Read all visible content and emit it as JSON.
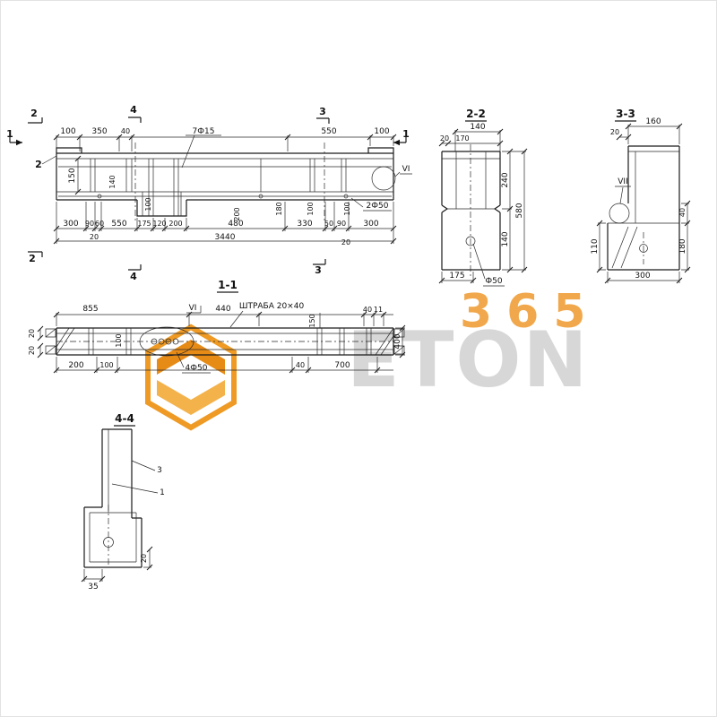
{
  "watermark": {
    "num": "365",
    "brand": "ETON"
  },
  "elevation": {
    "markers": {
      "m1_left": "1",
      "m1_right": "1",
      "m2_top": "2",
      "m2_bottom": "2",
      "m3_top": "3",
      "m3_bottom": "3",
      "m4_top": "4",
      "m4_bottom": "4",
      "callout_2": "2",
      "detail_vi": "VI"
    },
    "top_dims": [
      "100",
      "350",
      "40",
      "550",
      "100"
    ],
    "rebar_top": "7Ф15",
    "rebar_bottom": "2Ф50",
    "left_height": "150",
    "inner_dims": [
      "140",
      "100",
      "200",
      "180",
      "100",
      "100"
    ],
    "bottom_dims": [
      "300",
      "90",
      "60",
      "550",
      "175",
      "120",
      "200",
      "480",
      "330",
      "50",
      "90",
      "300"
    ],
    "small_20_left": "20",
    "small_20_right": "20",
    "total": "3440"
  },
  "section22": {
    "title": "2-2",
    "top_dim": "140",
    "left_dims": [
      "20",
      "170"
    ],
    "right_dims": [
      "240",
      "140",
      "580"
    ],
    "bottom_dim": "175",
    "hole_label": "Ф50"
  },
  "section33": {
    "title": "3-3",
    "top_dim": "160",
    "top_small": "20",
    "detail_label": "VII",
    "right_dims": [
      "40",
      "180"
    ],
    "left_dim": "110",
    "bottom_dim": "300"
  },
  "section11": {
    "title": "1-1",
    "top_dims": [
      "855",
      "440"
    ],
    "detail_vi": "VI",
    "note": "ШТРАБА 20×40",
    "left_dims": [
      "20",
      "20"
    ],
    "dim_100": "100",
    "dim_150": "150",
    "top_right_dims": [
      "40",
      "11"
    ],
    "right_dim": "400",
    "rebar": "4Ф50",
    "bottom_dims": [
      "200",
      "100",
      "40",
      "700"
    ]
  },
  "section44": {
    "title": "4-4",
    "callout_3": "3",
    "callout_1": "1",
    "dim_20": "20",
    "dim_35": "35"
  }
}
